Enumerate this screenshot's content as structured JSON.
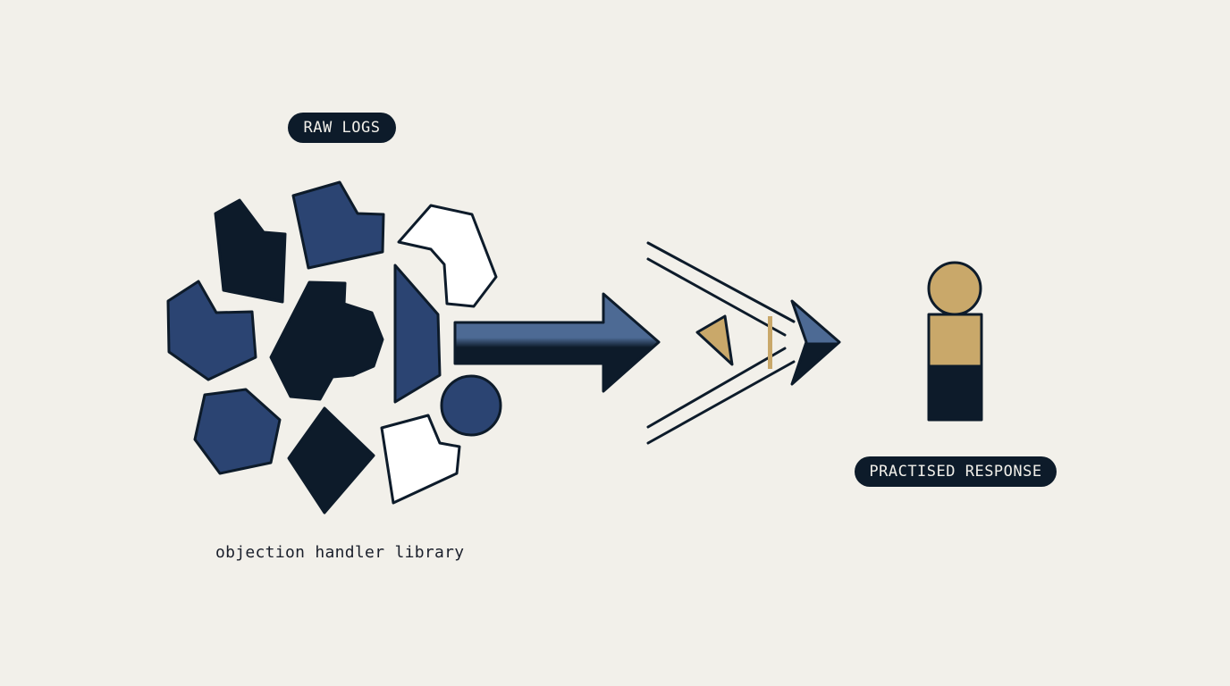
{
  "labels": {
    "raw_logs": "RAW LOGS",
    "practised_response": "PRACTISED RESPONSE",
    "caption": "objection handler library"
  },
  "colors": {
    "background": "#f2f0ea",
    "navy": "#2b4472",
    "dark_navy": "#0d1b2a",
    "gold": "#c9a86a",
    "outline": "#0d1b2a",
    "white_fill": "#ffffff",
    "slate": "#4a6489"
  },
  "icons": [
    "fragment-cluster-icon",
    "right-arrow-icon",
    "convergence-chevron-icon",
    "gold-fragment-icon",
    "person-figure-icon"
  ]
}
